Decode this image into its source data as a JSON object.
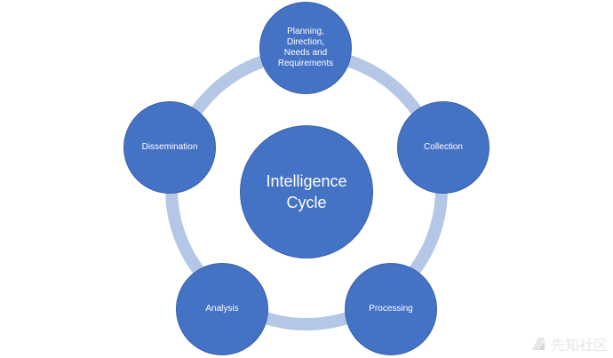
{
  "diagram": {
    "center": {
      "label": "Intelligence\nCycle"
    },
    "stages": [
      {
        "id": "planning",
        "label": "Planning,\nDirection,\nNeeds and\nRequirements"
      },
      {
        "id": "collection",
        "label": "Collection"
      },
      {
        "id": "processing",
        "label": "Processing"
      },
      {
        "id": "analysis",
        "label": "Analysis"
      },
      {
        "id": "dissemination",
        "label": "Dissemination"
      }
    ],
    "colors": {
      "node_fill": "#4472c4",
      "node_border": "#3a62ad",
      "ring": "#b4c7e7",
      "text": "#ffffff"
    }
  },
  "watermark": {
    "text": "先知社区",
    "icon": "xianzhi-logo-icon"
  }
}
